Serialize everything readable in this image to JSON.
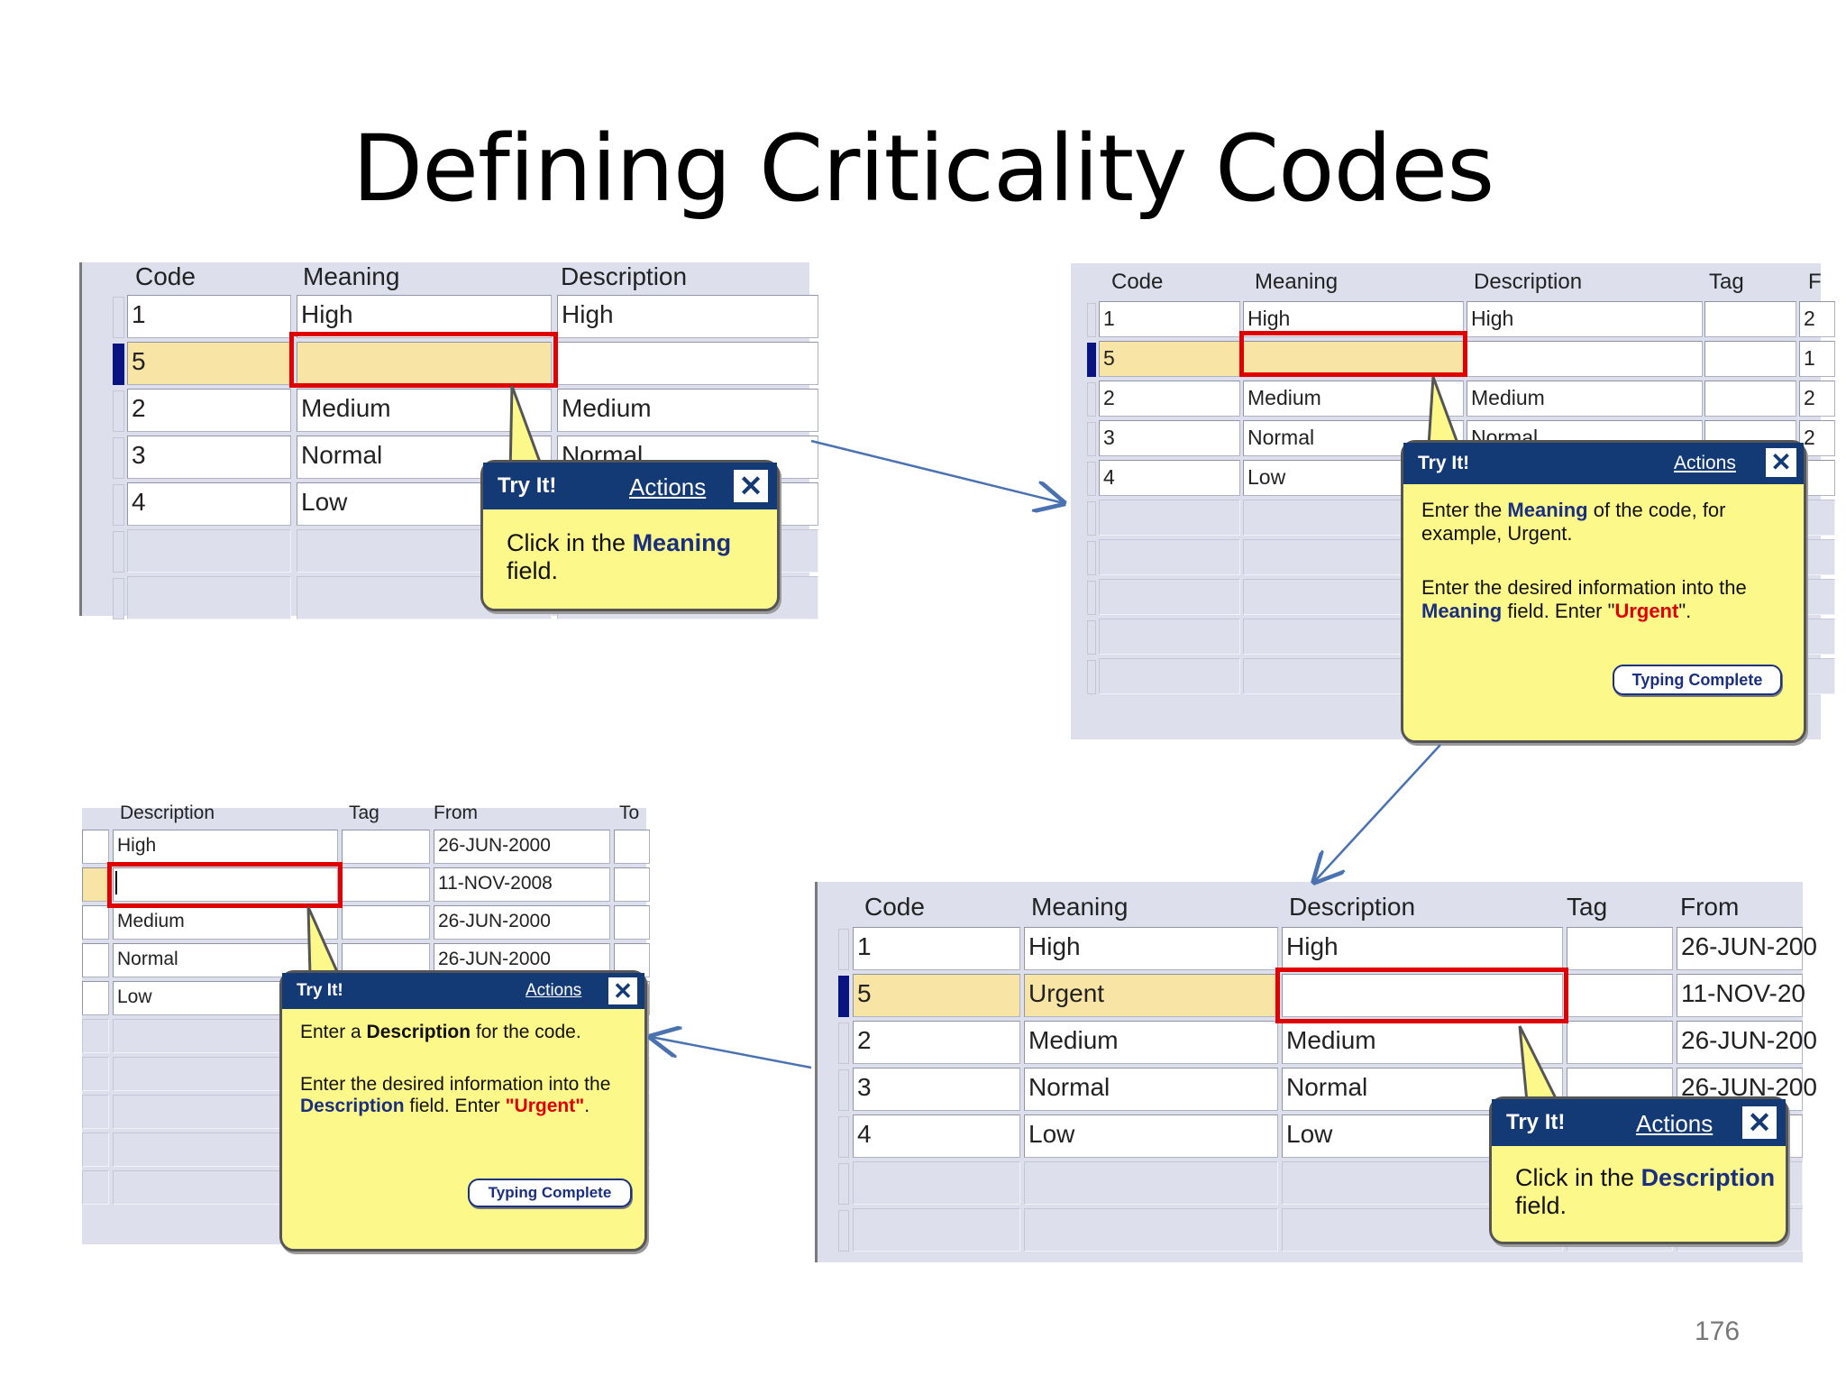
{
  "slide": {
    "title": "Defining Criticality Codes",
    "number": "176"
  },
  "panel1": {
    "headers": {
      "code": "Code",
      "meaning": "Meaning",
      "description": "Description"
    },
    "rows": [
      {
        "code": "1",
        "meaning": "High",
        "description": "High"
      },
      {
        "code": "5",
        "meaning": "",
        "description": ""
      },
      {
        "code": "2",
        "meaning": "Medium",
        "description": "Medium"
      },
      {
        "code": "3",
        "meaning": "Normal",
        "description": "Normal"
      },
      {
        "code": "4",
        "meaning": "Low",
        "description": ""
      }
    ],
    "bubble": {
      "tryit": "Try It!",
      "actions": "Actions",
      "text_before": "Click in the ",
      "keyword": "Meaning",
      "text_after": " field."
    }
  },
  "panel2": {
    "headers": {
      "code": "Code",
      "meaning": "Meaning",
      "description": "Description",
      "tag": "Tag",
      "from_partial": "F"
    },
    "rows": [
      {
        "code": "1",
        "meaning": "High",
        "description": "High",
        "from_partial": "2"
      },
      {
        "code": "5",
        "meaning": "",
        "description": "",
        "from_partial": "1"
      },
      {
        "code": "2",
        "meaning": "Medium",
        "description": "Medium",
        "from_partial": "2"
      },
      {
        "code": "3",
        "meaning": "Normal",
        "description": "Normal",
        "from_partial": "2"
      },
      {
        "code": "4",
        "meaning": "Low",
        "description": "",
        "from_partial": ""
      }
    ],
    "bubble": {
      "tryit": "Try It!",
      "actions": "Actions",
      "p1_before": "Enter the ",
      "p1_keyword": "Meaning",
      "p1_after": " of the code, for example, Urgent.",
      "p2_before": "Enter the desired information into the ",
      "p2_keyword": "Meaning",
      "p2_mid": " field. Enter \"",
      "p2_value": "Urgent",
      "p2_after": "\".",
      "button": "Typing Complete"
    }
  },
  "panel3": {
    "headers": {
      "code": "Code",
      "meaning": "Meaning",
      "description": "Description",
      "tag": "Tag",
      "from": "From"
    },
    "rows": [
      {
        "code": "1",
        "meaning": "High",
        "description": "High",
        "from": "26-JUN-200"
      },
      {
        "code": "5",
        "meaning": "Urgent",
        "description": "",
        "from": "11-NOV-20"
      },
      {
        "code": "2",
        "meaning": "Medium",
        "description": "Medium",
        "from": "26-JUN-200"
      },
      {
        "code": "3",
        "meaning": "Normal",
        "description": "Normal",
        "from": "26-JUN-200"
      },
      {
        "code": "4",
        "meaning": "Low",
        "description": "Low",
        "from": ""
      }
    ],
    "bubble": {
      "tryit": "Try It!",
      "actions": "Actions",
      "text_before": "Click in the ",
      "keyword": "Description",
      "text_after": " field."
    }
  },
  "panel4": {
    "headers": {
      "description": "Description",
      "tag": "Tag",
      "from": "From",
      "to": "To"
    },
    "rows": [
      {
        "description": "High",
        "from": "26-JUN-2000"
      },
      {
        "description": "",
        "from": "11-NOV-2008"
      },
      {
        "description": "Medium",
        "from": "26-JUN-2000"
      },
      {
        "description": "Normal",
        "from": "26-JUN-2000"
      },
      {
        "description": "Low",
        "from": ""
      }
    ],
    "bubble": {
      "tryit": "Try It!",
      "actions": "Actions",
      "p1_before": "Enter a ",
      "p1_keyword": "Description",
      "p1_after": " for the code.",
      "p2_before": "Enter the desired information into the ",
      "p2_keyword": "Description",
      "p2_mid": " field. Enter ",
      "p2_value": "\"Urgent\"",
      "p2_after": ".",
      "button": "Typing Complete"
    }
  },
  "colors": {
    "grid_bg": "#dde0ec",
    "current_row": "#f8e4a4",
    "highlight_box": "#e00000",
    "bubble_fill": "#fdf88a",
    "bubble_header": "#143a75",
    "keyword": "#1a2f80",
    "flow_arrow": "#4a72b0"
  },
  "icons": {
    "close": "close-icon",
    "arrow": "flow-arrow"
  }
}
